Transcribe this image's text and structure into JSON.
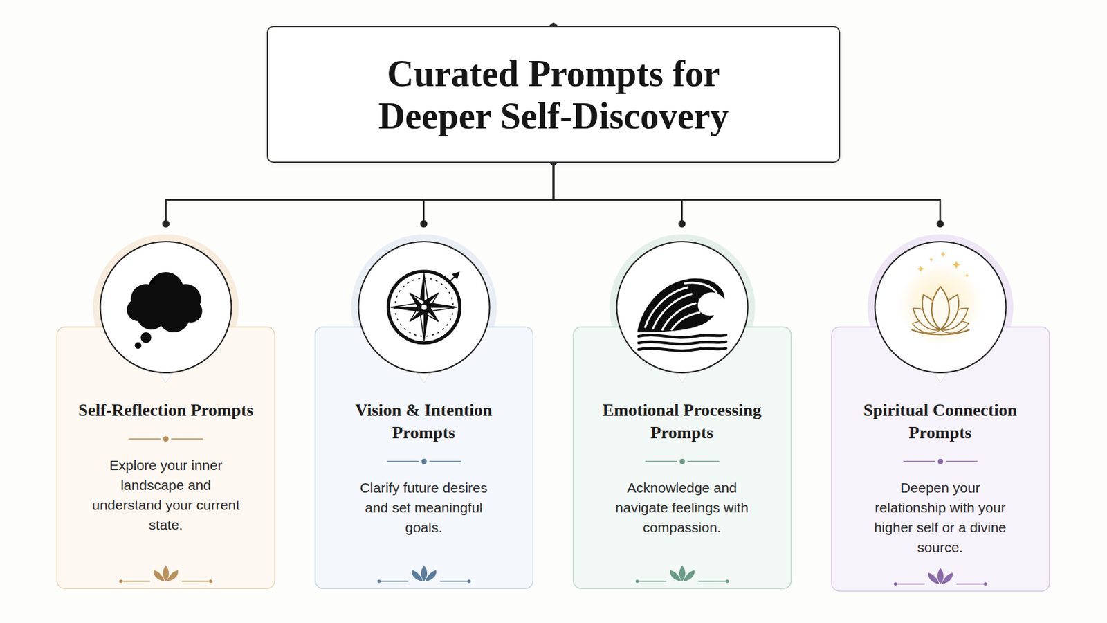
{
  "diagram": {
    "nodes": [
      {
        "text": [
          "Curated Prompts for Deeper Self-Discovery"
        ]
      },
      {
        "text": [
          "Self-Reflection Prompts",
          "Explore your inner landscape and understand your current state."
        ]
      },
      {
        "text": [
          "Vision & Intention Prompts",
          "Clarify future desires and set meaningful goals."
        ]
      },
      {
        "text": [
          "Emotional Processing Prompts",
          "Acknowledge and navigate feelings with compassion."
        ]
      },
      {
        "text": [
          "Spiritual Connection Prompts",
          "Deepen your relationship with your higher self or a divine source."
        ]
      }
    ],
    "edges": [
      {
        "from": 0,
        "to": 1,
        "arrow": "none"
      },
      {
        "from": 0,
        "to": 2,
        "arrow": "none"
      },
      {
        "from": 0,
        "to": 3,
        "arrow": "none"
      },
      {
        "from": 0,
        "to": 4,
        "arrow": "none"
      }
    ]
  }
}
